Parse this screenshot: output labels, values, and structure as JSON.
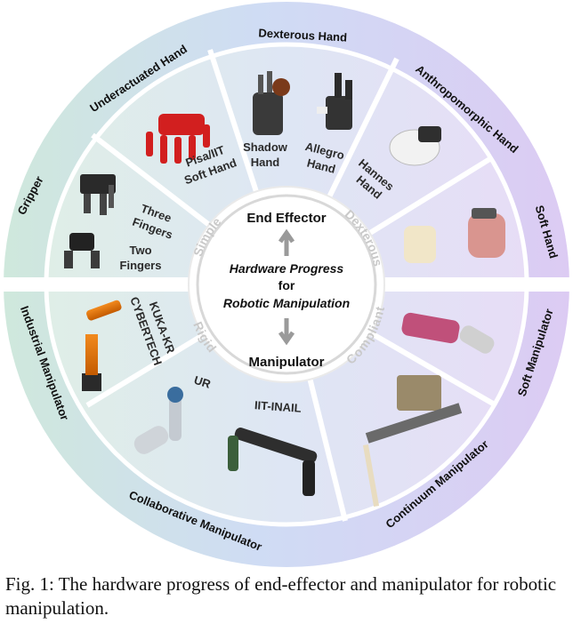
{
  "ring_labels": {
    "gripper": "Gripper",
    "underactuated_hand": "Underactuated Hand",
    "dexterous_hand": "Dexterous Hand",
    "anthropomorphic_hand": "Anthropomorphic Hand",
    "soft_hand": "Soft Hand",
    "industrial_manipulator": "Industrial Manipulator",
    "collaborative_manipulator": "Collaborative Manipulator",
    "continuum_manipulator": "Continuum Manipulator",
    "soft_manipulator": "Soft Manipulator"
  },
  "segment_labels": {
    "three_fingers_1": "Three",
    "three_fingers_2": "Fingers",
    "two_fingers_1": "Two",
    "two_fingers_2": "Fingers",
    "pisa_1": "Pisa/IIT",
    "pisa_2": "Soft Hand",
    "shadow_1": "Shadow",
    "shadow_2": "Hand",
    "allegro_1": "Allegro",
    "allegro_2": "Hand",
    "hannes_1": "Hannes",
    "hannes_2": "Hand",
    "kuka_1": "KUKA-KR",
    "kuka_2": "CYBERTECH",
    "ur": "UR",
    "iit_inail": "IIT-INAIL"
  },
  "center": {
    "top": "End Effector",
    "title_1": "Hardware Progress",
    "title_2": "for",
    "title_3": "Robotic Manipulation",
    "bottom": "Manipulator",
    "left_top": "Simple",
    "right_top": "Dexterous",
    "left_bottom": "Rigid",
    "right_bottom": "Compliant"
  },
  "caption": "Fig. 1: The hardware progress of end-effector and manipulator for robotic manipulation.",
  "colors": {
    "green": "#cfe7dc",
    "blue": "#cddcf3",
    "purple": "#dccdf2",
    "inner_panel": "#dde7f1",
    "arrow": "#9a9a9a"
  }
}
